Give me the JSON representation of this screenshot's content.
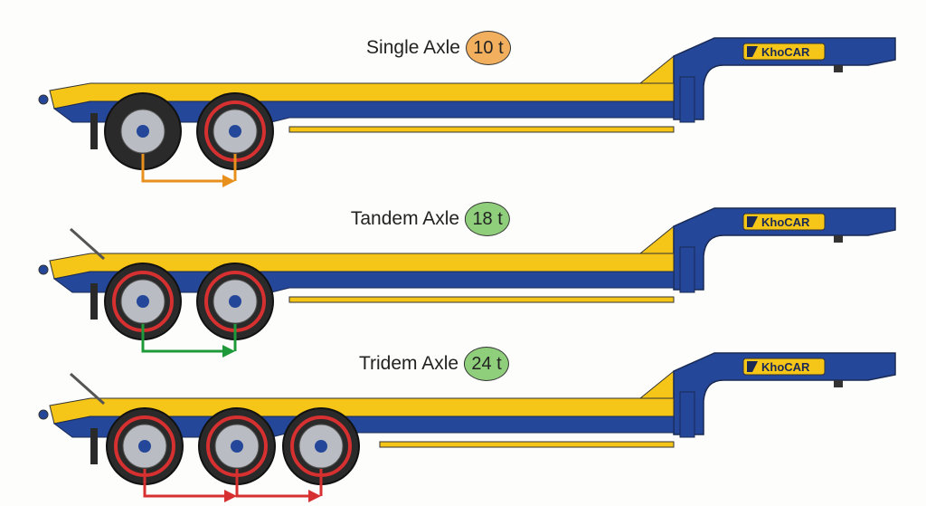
{
  "brand": {
    "logo_text": "KhoCAR"
  },
  "colors": {
    "trailer_yellow": "#f5c518",
    "trailer_blue": "#24479a",
    "tire": "#2a2a2a",
    "rim": "#b9bcc2"
  },
  "trailers": [
    {
      "label": "Single Axle",
      "weight": "10 t",
      "badge_color": "#f2b05e",
      "arrow_color": "#e8901c",
      "axles": 2,
      "highlight_color": "#d63030",
      "highlight_axles": [
        1
      ]
    },
    {
      "label": "Tandem Axle",
      "weight": "18 t",
      "badge_color": "#8fcf7c",
      "arrow_color": "#1e9a3a",
      "axles": 2,
      "highlight_color": "#d63030",
      "highlight_axles": [
        0,
        1
      ]
    },
    {
      "label": "Tridem Axle",
      "weight": "24 t",
      "badge_color": "#8fcf7c",
      "arrow_color": "#d63030",
      "axles": 3,
      "highlight_color": "#d63030",
      "highlight_axles": [
        0,
        1,
        2
      ]
    }
  ]
}
